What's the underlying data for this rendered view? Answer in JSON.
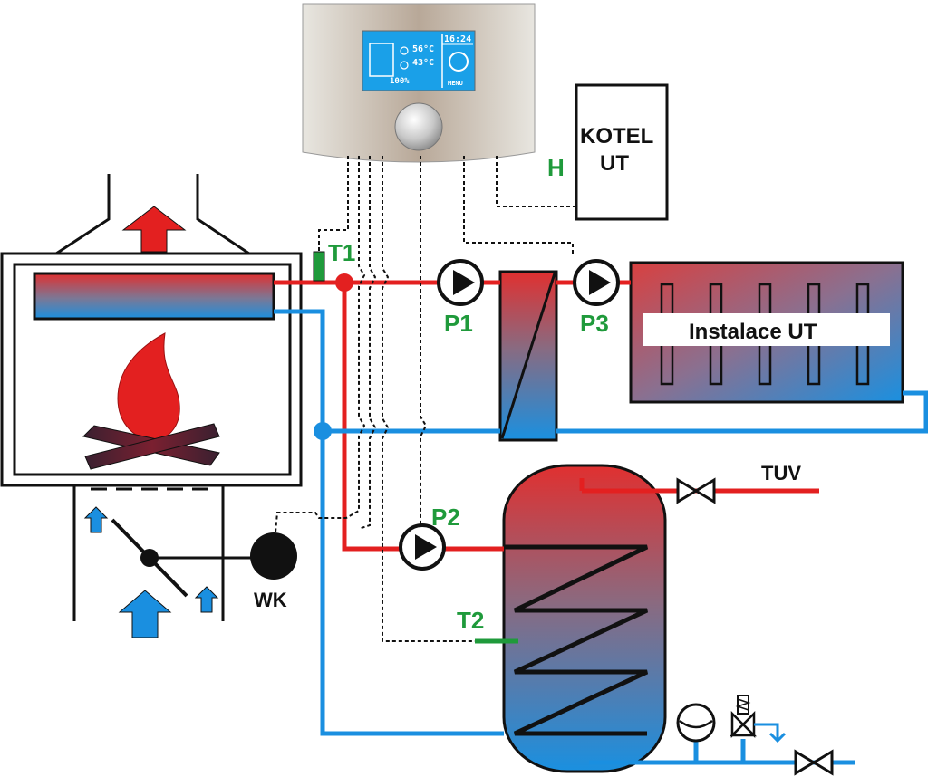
{
  "controller": {
    "time": "16:24",
    "temp_top": "56°C",
    "temp_bottom": "43°C",
    "percent": "100%",
    "menu": "MENU"
  },
  "labels": {
    "kotel_line1": "KOTEL",
    "kotel_line2": "UT",
    "h": "H",
    "t1": "T1",
    "t2": "T2",
    "p1": "P1",
    "p2": "P2",
    "p3": "P3",
    "wk": "WK",
    "tuv": "TUV",
    "instalace": "Instalace UT"
  },
  "colors": {
    "hot": "#e32020",
    "cold": "#1a8fe0",
    "label_green": "#1f9a3b",
    "lcd": "#1aa0e8"
  }
}
